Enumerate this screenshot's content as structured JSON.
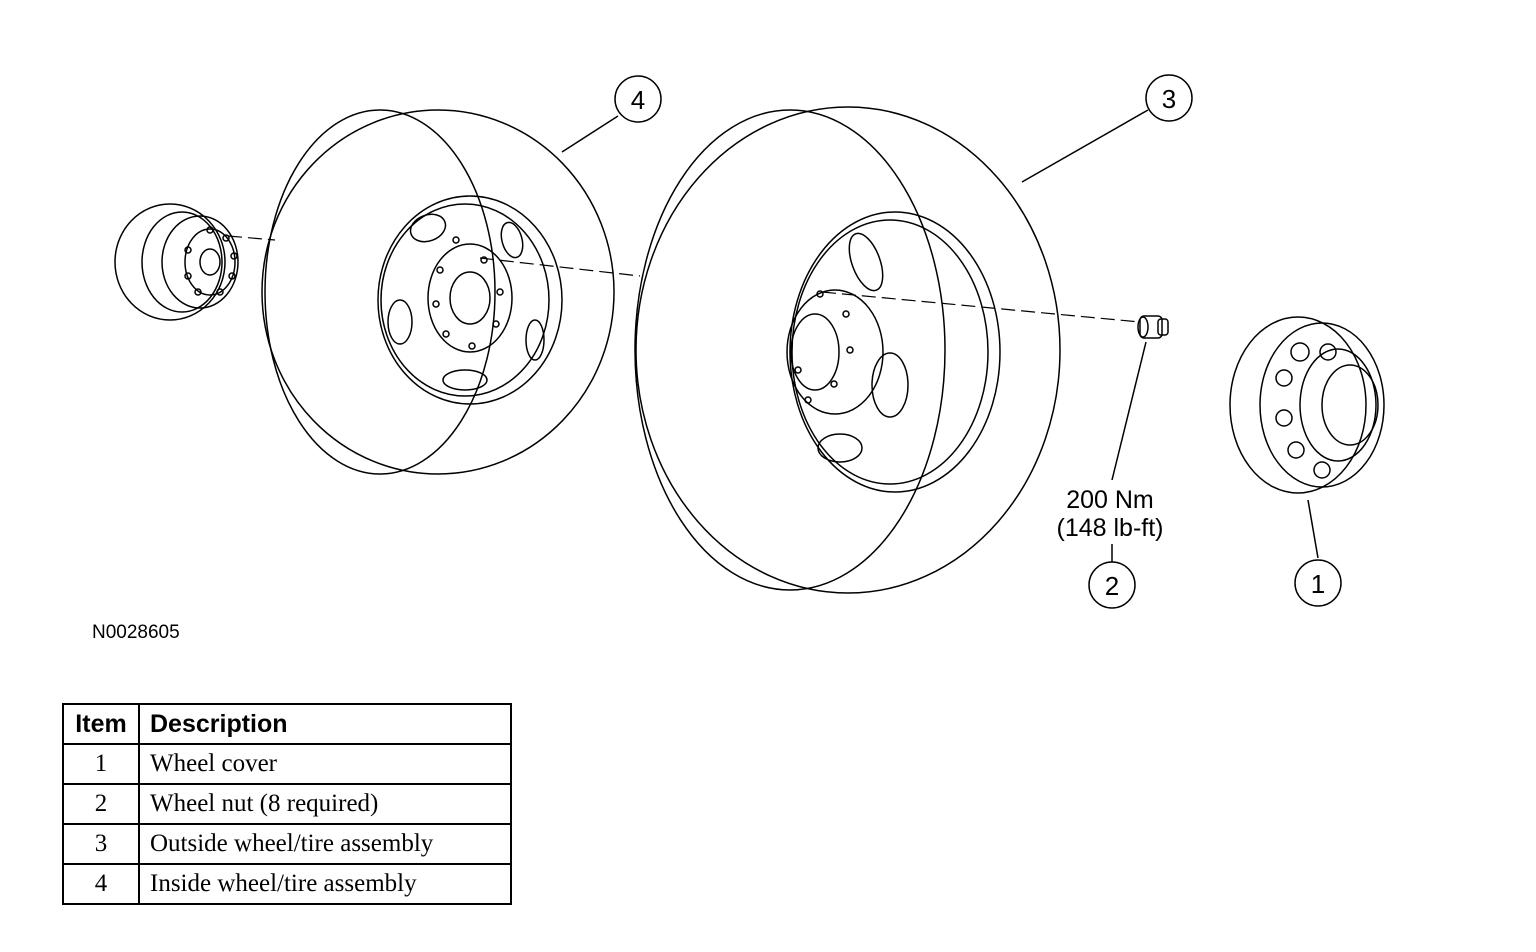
{
  "figure_id": "N0028605",
  "callouts": [
    {
      "label": "1"
    },
    {
      "label": "2"
    },
    {
      "label": "3"
    },
    {
      "label": "4"
    }
  ],
  "torque": {
    "metric": "200 Nm",
    "imperial": "(148 lb-ft)"
  },
  "legend": {
    "headers": {
      "item": "Item",
      "description": "Description"
    },
    "rows": [
      {
        "item": "1",
        "description": "Wheel cover"
      },
      {
        "item": "2",
        "description": "Wheel nut (8 required)"
      },
      {
        "item": "3",
        "description": "Outside wheel/tire assembly"
      },
      {
        "item": "4",
        "description": "Inside wheel/tire assembly"
      }
    ]
  }
}
